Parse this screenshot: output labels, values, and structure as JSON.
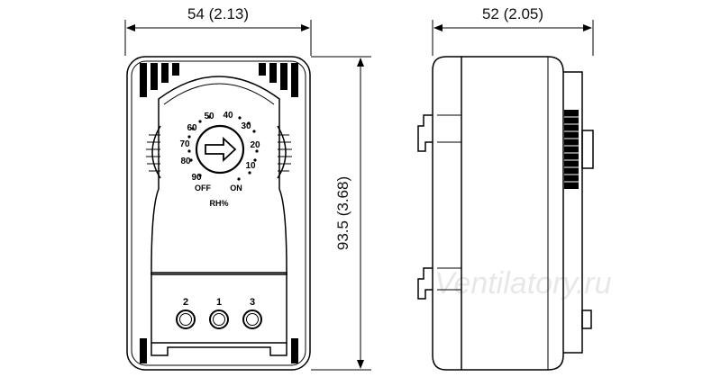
{
  "dimensions": {
    "width_front": "54 (2.13)",
    "width_side": "52 (2.05)",
    "height": "93.5 (3.68)"
  },
  "dial": {
    "scale_marks": [
      "90",
      "80",
      "70",
      "60",
      "50",
      "40",
      "30",
      "20",
      "10"
    ],
    "off_label": "OFF",
    "on_label": "ON",
    "unit_label": "RH%"
  },
  "terminals": [
    "2",
    "1",
    "3"
  ],
  "watermark": "Ventilatory.ru"
}
